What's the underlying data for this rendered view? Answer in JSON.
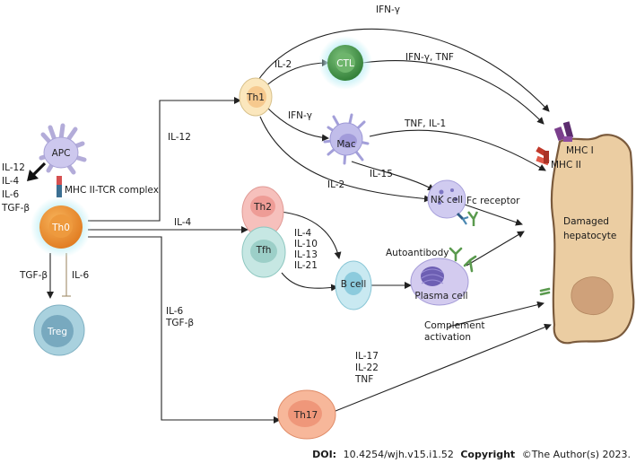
{
  "cells": {
    "apc": "APC",
    "th0": "Th0",
    "treg": "Treg",
    "th1": "Th1",
    "ctl": "CTL",
    "mac": "Mac",
    "nk": "NK cell",
    "th2": "Th2",
    "tfh": "Tfh",
    "bcell": "B cell",
    "plasma": "Plasma cell",
    "th17": "Th17"
  },
  "labels": {
    "apc_cytokines": [
      "IL-12",
      "IL-4",
      "IL-6",
      "TGF-β"
    ],
    "mhc_tcr": "MHC II-TCR complex",
    "th0_treg_left": "TGF-β",
    "th0_treg_right": "IL-6",
    "to_th1": "IL-12",
    "to_th2": "IL-4",
    "to_th17": [
      "IL-6",
      "TGF-β"
    ],
    "th1_ifn_top": "IFN-γ",
    "th1_ctl": "IL-2",
    "ctl_out": "IFN-γ, TNF",
    "th1_mac": "IFN-γ",
    "mac_out": "TNF, IL-1",
    "mac_nk": "IL-15",
    "th1_nk": "IL-2",
    "fc_receptor": "Fc receptor",
    "tfh_cytokines": [
      "IL-4",
      "IL-10",
      "IL-13",
      "IL-21"
    ],
    "autoantibody": "Autoantibody",
    "complement": [
      "Complement",
      "activation"
    ],
    "th17_cytokines": [
      "IL-17",
      "IL-22",
      "TNF"
    ],
    "mhc1": "MHC I",
    "mhc2": "MHC II",
    "hepatocyte": [
      "Damaged",
      "hepatocyte"
    ]
  },
  "footer": {
    "doi_label": "DOI:",
    "doi_value": "10.4254/wjh.v15.i1.52",
    "copyright_label": "Copyright",
    "copyright_value": "©The Author(s) 2023."
  },
  "colors": {
    "th0": "#ea8a2b",
    "treg": "#84b6c8",
    "th1": "#f7dca4",
    "ctl": "#4a9a4a",
    "mac": "#b7b4e6",
    "nk": "#bcb6e8",
    "th2": "#f1aaa6",
    "tfh": "#a8d8d2",
    "bcell": "#b5e2ec",
    "plasma": "#c6bde9",
    "th17": "#f3a888",
    "hepatocyte": "#e8c89a",
    "antibody": "#5a9a4e"
  }
}
